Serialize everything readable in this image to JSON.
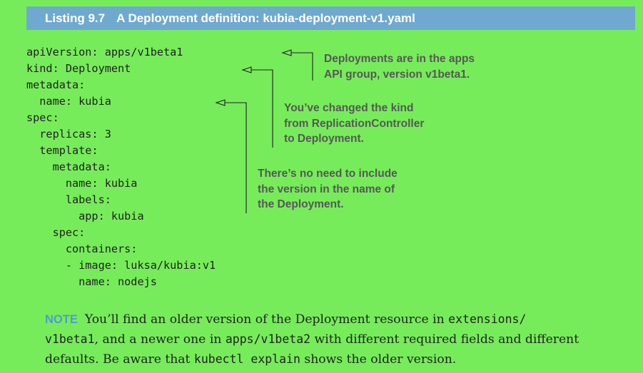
{
  "listing": {
    "number": "Listing 9.7",
    "title": "A Deployment definition: kubia-deployment-v1.yaml"
  },
  "code_lines": [
    "apiVersion: apps/v1beta1",
    "kind: Deployment",
    "metadata:",
    "  name: kubia",
    "spec:",
    "  replicas: 3",
    "  template:",
    "    metadata:",
    "      name: kubia",
    "      labels:",
    "        app: kubia",
    "    spec:",
    "      containers:",
    "      - image: luksa/kubia:v1",
    "        name: nodejs"
  ],
  "callouts": [
    {
      "text": "Deployments are in the apps\nAPI group, version v1beta1."
    },
    {
      "text": "You’ve changed the kind\nfrom ReplicationController\nto Deployment."
    },
    {
      "text": "There’s no need to include\nthe version in the name of\nthe Deployment."
    }
  ],
  "note": {
    "label": "NOTE",
    "parts": [
      "You’ll find an older version of the Deployment resource in ",
      "extensions/",
      " ",
      "v1beta1",
      ", and a newer one in ",
      "apps/v1beta2",
      " with different required fields and different defaults. Be aware that ",
      "kubectl explain",
      " shows the older version."
    ]
  },
  "colors": {
    "page_background": "#77ec5b",
    "header_background": "#6fa9cf",
    "header_text": "#ffffff",
    "callout_text": "#575757",
    "note_label": "#4d9ec9"
  }
}
